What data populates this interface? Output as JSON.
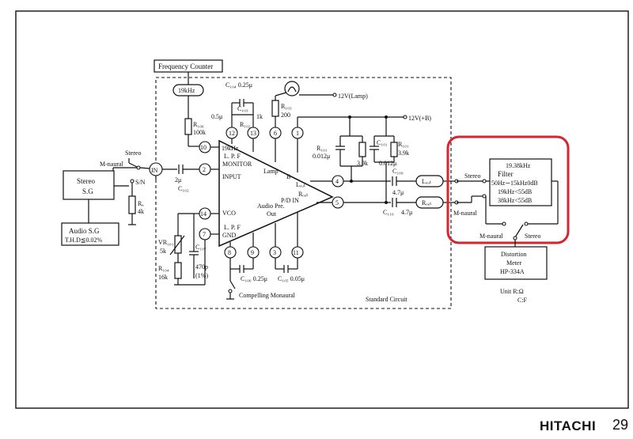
{
  "labels": {
    "frequency_counter": "Frequency Counter",
    "freq_19khz": "19kHz",
    "c104": "C₁₀₄ 0.25μ",
    "c103": "C₁₀₃",
    "r102": "R₁₀₂",
    "half_micro": "0.5μ",
    "one_k": "1k",
    "r103": "R₁₀₃",
    "two_hundred": "200",
    "lamp_12v": "12V(Lamp)",
    "plus_12v": "12V(+B)",
    "r106": "R₁₀₆",
    "hundred_k": "100k",
    "r101": "R₁₀₁",
    "r101_val": "0.012μ",
    "three_point_nine_k_a": "3.9k",
    "c101": "C₁₀₁",
    "c101_val": "0.012μ",
    "r101b": "R₁₀₁",
    "three_point_nine_k_b": "3.9k",
    "c109": "C₁₀₉",
    "four_seven_a": "4.7μ",
    "c110": "C₁₁₀",
    "four_seven_b": "4.7μ",
    "stereo": "Stereo",
    "monaural": "M-naural",
    "in_pin": "IN",
    "sn": "S/N",
    "ra": "Rₐ",
    "four_k": "4k",
    "two_micro": "2μ",
    "c102": "C₁₀₂",
    "stereo_sg_1": "Stereo",
    "stereo_sg_2": "S.G",
    "audio_sg_1": "Audio S.G",
    "audio_sg_2": "T.H.D≦0.02%",
    "ic_19khz": "19kHz",
    "ic_lpf_top": "L. P. F",
    "ic_monitor": "MONITOR",
    "ic_input": "INPUT",
    "ic_lamp": "Lamp",
    "ic_b": "B",
    "ic_lout": "Lₒᵤₜ",
    "ic_pd_in": "P/D IN",
    "ic_rout": "Rₒᵤₜ",
    "ic_audio_pre": "Audio Pre.",
    "ic_out": "Out",
    "ic_vco": "VCO",
    "ic_lpf_bot": "L. P. F",
    "ic_gnd": "GND",
    "vr101": "VR₁₀₁",
    "five_k": "5k",
    "r104": "R₁₀₄",
    "sixteen_k": "16k",
    "c107": "C₁₀₇",
    "c107_val": "470p",
    "c107_tol": "(1%)",
    "c106": "C₁₀₆ 0.25μ",
    "c105": "C₁₀₅ 0.05μ",
    "compelling_monaural": "Compelling Monaural",
    "standard_circuit": "Standard Circuit",
    "lout_box": "Lₒᵤₜ",
    "rout_box": "Rₒᵤₜ",
    "filter_freq": "19.38kHz",
    "filter_title": "Filter",
    "filter_line1": "50Hz∼15kHz0dB",
    "filter_line2": "19kHz<55dB",
    "filter_line3": "38kHz<55dB",
    "sw_stereo": "Stereo",
    "sw_monaural": "M-naural",
    "sw2_monaural": "M-naural",
    "sw2_stereo": "Stereo",
    "dmeter_1": "Distortion",
    "dmeter_2": "Meter",
    "dmeter_3": "HP-334A",
    "unit_1": "Unit R:Ω",
    "unit_2": "C:F"
  },
  "pins": [
    "1",
    "2",
    "3",
    "4",
    "5",
    "6",
    "7",
    "8",
    "9",
    "10",
    "11",
    "12",
    "13",
    "14"
  ],
  "highlight_color": "#d3262e",
  "footer": {
    "brand": "HITACHI",
    "page": "29"
  }
}
